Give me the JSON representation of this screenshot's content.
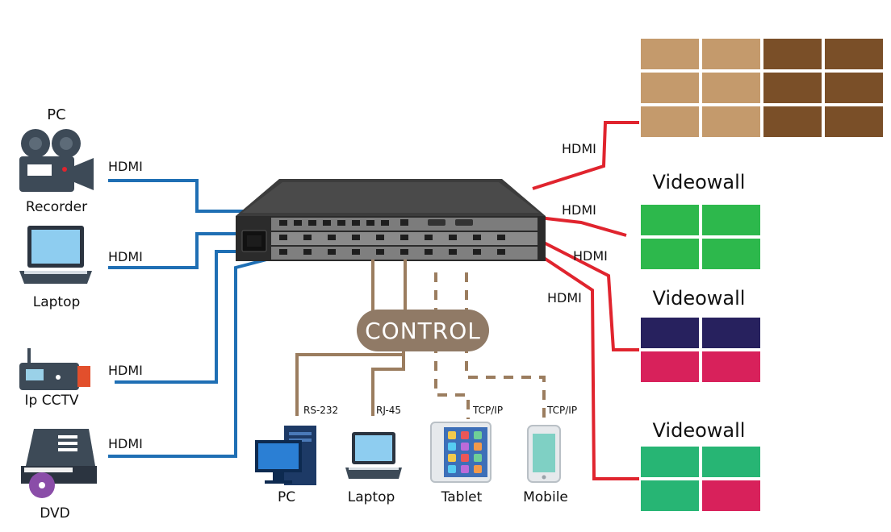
{
  "inputs": {
    "recorder": {
      "title": "PC",
      "label": "Recorder",
      "cable": "HDMI",
      "icon": "video-camera-icon"
    },
    "laptop": {
      "label": "Laptop",
      "cable": "HDMI",
      "icon": "laptop-icon"
    },
    "cctv": {
      "label": "Ip CCTV",
      "cable": "HDMI",
      "icon": "ip-camera-icon"
    },
    "dvd": {
      "label": "DVD",
      "cable": "HDMI",
      "icon": "dvd-player-icon"
    }
  },
  "outputs": {
    "cable1": "HDMI",
    "cable2": "HDMI",
    "cable3": "HDMI",
    "cable4": "HDMI",
    "wall2_title": "Videowall",
    "wall3_title": "Videowall",
    "wall4_title": "Videowall"
  },
  "control": {
    "label": "CONTROL",
    "rs232": "RS-232",
    "rj45": "RJ-45",
    "tcpip1": "TCP/IP",
    "tcpip2": "TCP/IP",
    "devices": {
      "pc": "PC",
      "laptop": "Laptop",
      "tablet": "Tablet",
      "mobile": "Mobile"
    }
  },
  "colors": {
    "input_line": "#1f6fb4",
    "output_line": "#e0242e",
    "control_line": "#9b7d5f",
    "control_box": "#907a66",
    "wall_tan": "#c49a6c",
    "wall_brown": "#7a4f28",
    "wall_green": "#2db84c",
    "wall_navy": "#27215e",
    "wall_pink": "#d8215b",
    "wall_teal": "#27b574"
  }
}
